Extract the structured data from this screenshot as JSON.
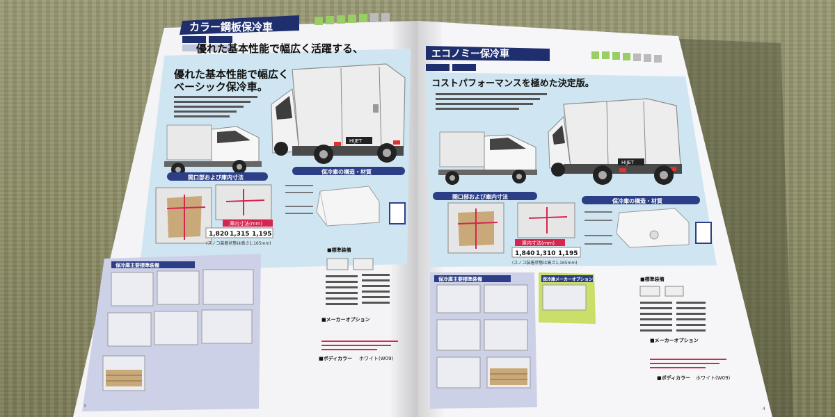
{
  "left_page": {
    "title": "カラー鋼板保冷車",
    "headline": "優れた基本性能で幅広く活躍する、",
    "subhead": "ベーシック保冷車。",
    "truck_badge": "HIJET",
    "section_opening": "開口部および庫内寸法",
    "section_structure": "保冷庫の構造・材質",
    "dims_caption": "庫内寸法(mm)",
    "dims": [
      "1,820",
      "1,315",
      "1,195"
    ],
    "dims_note": "(スノコ装着状態は高さ1,165mm)",
    "section_equipment": "保冷庫主要標準装備",
    "std_equipment_title": "■標準装備",
    "maker_option_title": "■メーカーオプション",
    "body_color_label": "■ボディカラー",
    "body_color_value": "ホワイト(W09)",
    "page_number": "3"
  },
  "right_page": {
    "title": "エコノミー保冷車",
    "headline": "コストパフォーマンスを極めた決定版。",
    "truck_badge": "HIJET",
    "section_opening": "開口部および庫内寸法",
    "section_structure": "保冷庫の構造・材質",
    "dims_caption": "庫内寸法(mm)",
    "dims": [
      "1,840",
      "1,310",
      "1,195"
    ],
    "dims_note": "(スノコ装着状態は高さ1,165mm)",
    "section_equipment": "保冷庫主要標準装備",
    "maker_option_badge": "保冷庫メーカーオプション",
    "std_equipment_title": "■標準装備",
    "maker_option_title": "■メーカーオプション",
    "body_color_label": "■ボディカラー",
    "body_color_value": "ホワイト(W09)",
    "page_number": "4"
  },
  "colors": {
    "title_bar": "#1f2f6e",
    "panel_blue": "#cfe6f2",
    "accent_red": "#d6254f",
    "section_pill": "#2c3f86",
    "equipment_panel": "#cdd1e8",
    "option_green": "#c9df6a"
  }
}
